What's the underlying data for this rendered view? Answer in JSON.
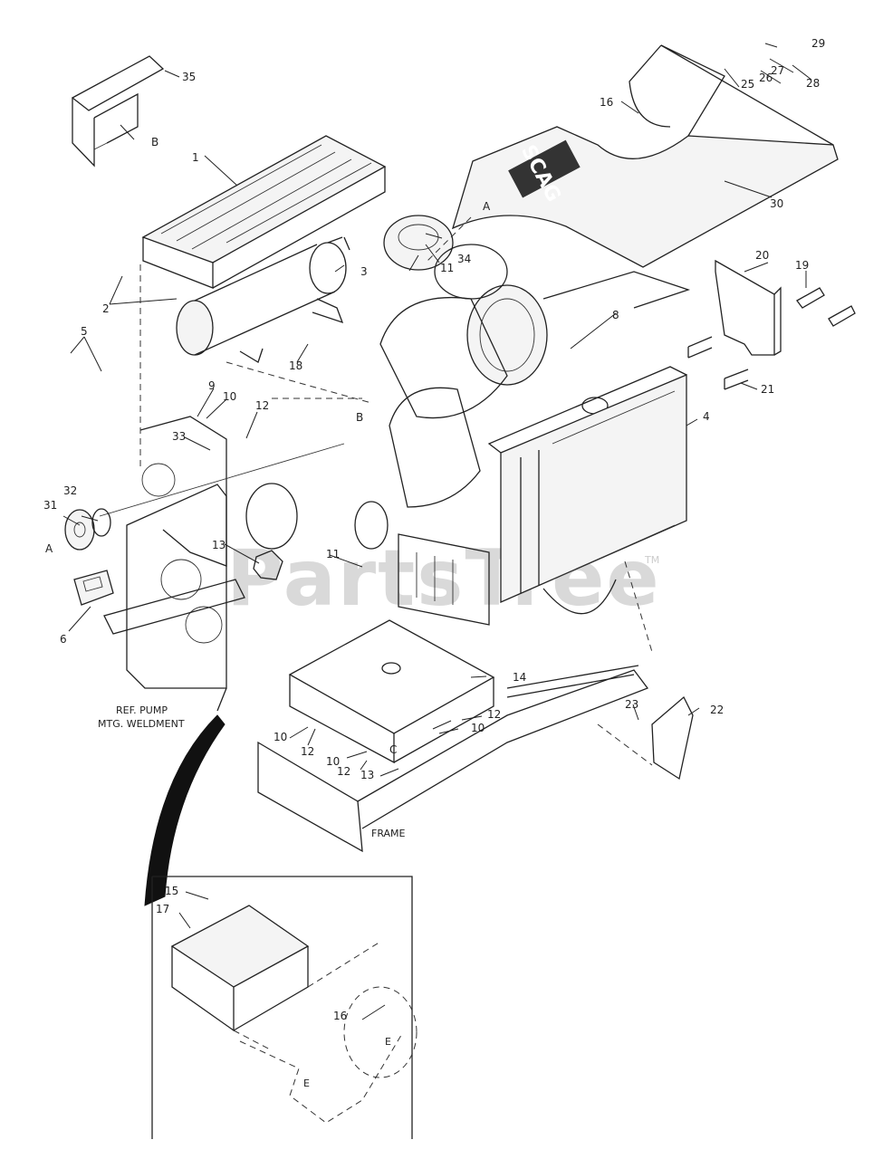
{
  "callouts": {
    "c1": "1",
    "c2": "2",
    "c3": "3",
    "c4": "4",
    "c5": "5",
    "c6": "6",
    "c8": "8",
    "c9": "9",
    "c10a": "10",
    "c10b": "10",
    "c10c": "10",
    "c10d": "10",
    "c11a": "11",
    "c11b": "11",
    "c12a": "12",
    "c12b": "12",
    "c12c": "12",
    "c12d": "12",
    "c13a": "13",
    "c13b": "13",
    "c14": "14",
    "c15": "15",
    "c16a": "16",
    "c16b": "16",
    "c17": "17",
    "c18": "18",
    "c19": "19",
    "c20": "20",
    "c21": "21",
    "c22": "22",
    "c23": "23",
    "c25": "25",
    "c26": "26",
    "c27": "27",
    "c28": "28",
    "c29": "29",
    "c30": "30",
    "c31": "31",
    "c32": "32",
    "c33": "33",
    "c34": "34",
    "c35": "35"
  },
  "refs": {
    "a1": "A",
    "a2": "A",
    "b1": "B",
    "b2": "B",
    "c_letter": "C",
    "e1": "E",
    "e2": "E"
  },
  "labels": {
    "pump_line1": "REF. PUMP",
    "pump_line2": "MTG. WELDMENT",
    "frame": "FRAME",
    "brand": "SCAG",
    "watermark": "PartsTree",
    "trademark": "TM"
  }
}
